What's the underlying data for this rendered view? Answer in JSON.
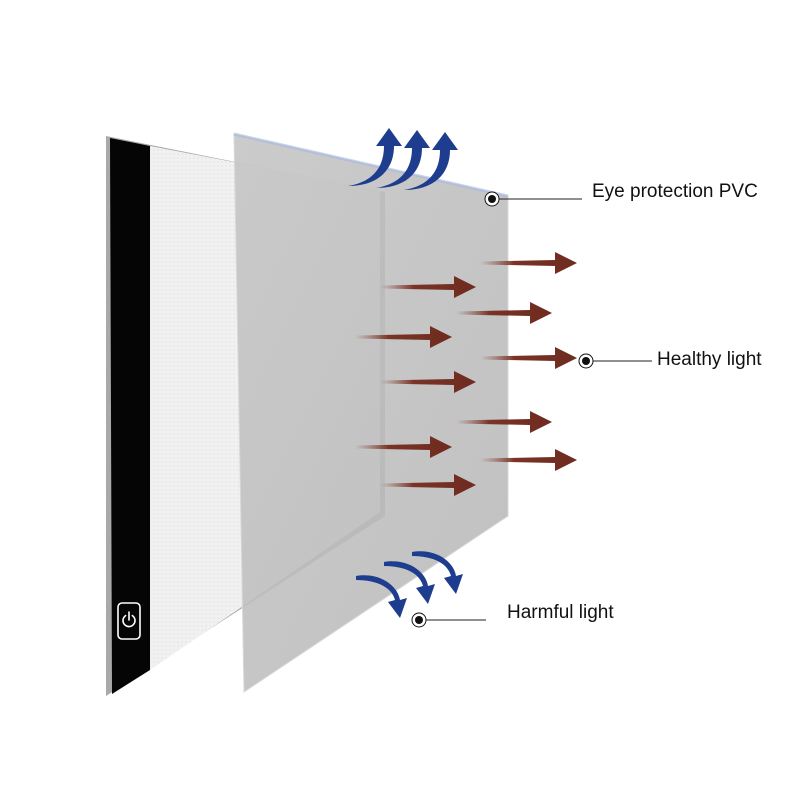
{
  "labels": {
    "pvc": "Eye protection PVC",
    "healthy_light": "Healthy light",
    "harmful_light": "Harmful light"
  },
  "icons": {
    "power": "power-icon"
  },
  "colors": {
    "healthy_arrow": "#7a3326",
    "harmful_arrow": "#1f3d8f",
    "tablet_bezel": "#000000",
    "pvc_sheet": "#bdbdbd",
    "callout_line": "#222222"
  }
}
